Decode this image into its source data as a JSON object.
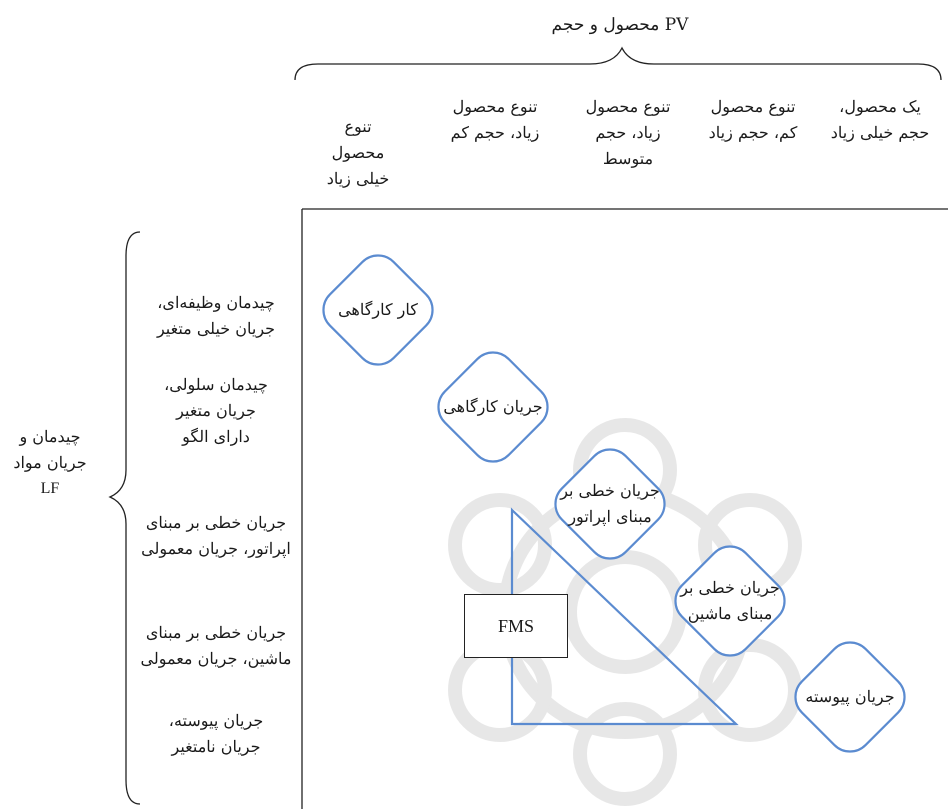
{
  "pv_axis": {
    "title": "PV محصول و حجم",
    "columns": [
      {
        "lines": [
          "یک محصول،",
          "حجم خیلی زیاد"
        ]
      },
      {
        "lines": [
          "تنوع محصول",
          "کم، حجم زیاد"
        ]
      },
      {
        "lines": [
          "تنوع محصول",
          "زیاد، حجم",
          "متوسط"
        ]
      },
      {
        "lines": [
          "تنوع محصول",
          "زیاد، حجم کم"
        ]
      },
      {
        "lines": [
          "تنوع",
          "محصول",
          "خیلی زیاد"
        ]
      }
    ]
  },
  "lf_axis": {
    "title_lines": [
      "چیدمان و",
      "جریان مواد",
      "LF"
    ],
    "rows": [
      {
        "lines": [
          "چیدمان وظیفه‌ای،",
          "جریان خیلی متغیر"
        ]
      },
      {
        "lines": [
          "چیدمان سلولی،",
          "جریان متغیر",
          "دارای الگو"
        ]
      },
      {
        "lines": [
          "جریان خطی بر مبنای",
          "اپراتور، جریان معمولی"
        ]
      },
      {
        "lines": [
          "جریان خطی بر مبنای",
          "ماشین، جریان معمولی"
        ]
      },
      {
        "lines": [
          "جریان پیوسته،",
          "جریان نامتغیر"
        ]
      }
    ]
  },
  "diagonal_boxes": [
    {
      "lines": [
        "کار کارگاهی"
      ]
    },
    {
      "lines": [
        "جریان کارگاهی"
      ]
    },
    {
      "lines": [
        "جریان خطی بر",
        "مبنای اپراتور"
      ]
    },
    {
      "lines": [
        "جریان خطی بر",
        "مبنای ماشین"
      ]
    },
    {
      "lines": [
        "جریان پیوسته"
      ]
    }
  ],
  "fms_label": "FMS",
  "colors": {
    "box_stroke": "#5b8bd0",
    "line": "#222222",
    "watermark": "#d0d0d0"
  }
}
